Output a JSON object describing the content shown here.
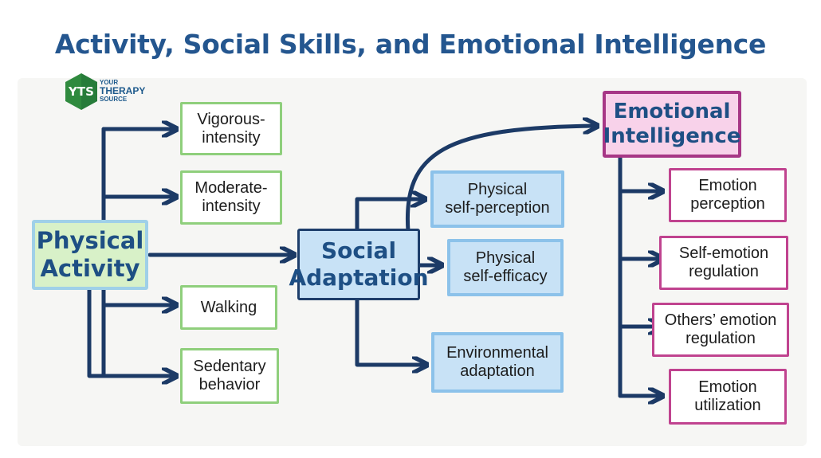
{
  "title": "Activity, Social Skills, and Emotional Intelligence",
  "logo": {
    "badge": "YTS",
    "line1": "YOUR",
    "line2": "THERAPY",
    "line3": "SOURCE"
  },
  "colors": {
    "title": "#24568f",
    "physical_fill": "#d8f1c8",
    "green_border": "#8fcf7c",
    "blue_fill": "#c8e2f6",
    "pink_fill": "#f8d2ea",
    "pink_border": "#c0438f",
    "arrow": "#1c3a66"
  },
  "nodes": {
    "physical_activity": [
      "Physical",
      "Activity"
    ],
    "vigorous": [
      "Vigorous-",
      "intensity"
    ],
    "moderate": [
      "Moderate-",
      "intensity"
    ],
    "walking": [
      "Walking"
    ],
    "sedentary": [
      "Sedentary",
      "behavior"
    ],
    "social_adaptation": [
      "Social",
      "Adaptation"
    ],
    "self_perception": [
      "Physical",
      "self-perception"
    ],
    "self_efficacy": [
      "Physical",
      "self-efficacy"
    ],
    "environmental": [
      "Environmental",
      "adaptation"
    ],
    "emotional_intelligence": [
      "Emotional",
      "Intelligence"
    ],
    "emotion_perception": [
      "Emotion",
      "perception"
    ],
    "self_regulation": [
      "Self-emotion",
      "regulation"
    ],
    "others_regulation": [
      "Others’ emotion",
      "regulation"
    ],
    "utilization": [
      "Emotion",
      "utilization"
    ]
  }
}
